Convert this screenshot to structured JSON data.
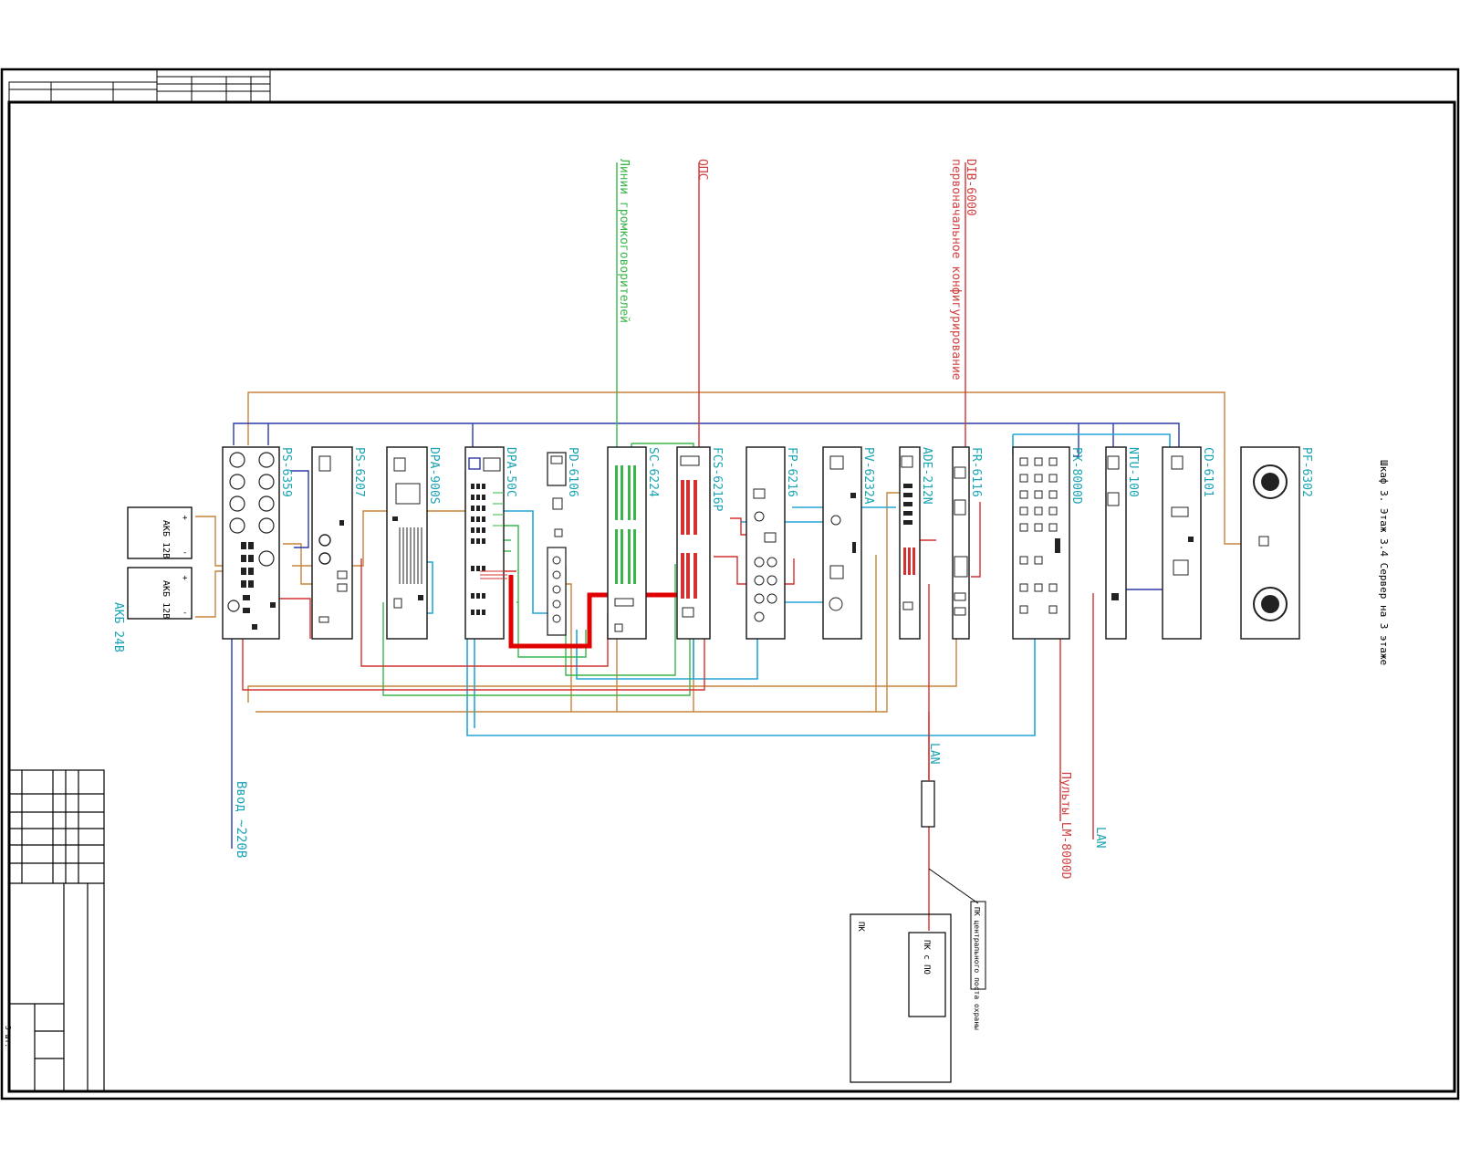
{
  "sheet": {
    "side_title": "Шкаф 3.  Этаж 3.4 Сервер на 3 этаже",
    "stamp_text": "3 шт."
  },
  "devices": [
    {
      "id": "psu",
      "name": "PS-6359"
    },
    {
      "id": "p6207",
      "name": "PS-6207"
    },
    {
      "id": "dpa900",
      "name": "DPA-900S"
    },
    {
      "id": "dpa50",
      "name": "DPA-50C"
    },
    {
      "id": "pd6106",
      "name": "PD-6106"
    },
    {
      "id": "sc6224",
      "name": "SC-6224"
    },
    {
      "id": "fcs",
      "name": "FCS-6216P"
    },
    {
      "id": "fp6216",
      "name": "FP-6216"
    },
    {
      "id": "pv6232",
      "name": "PV-6232A"
    },
    {
      "id": "ade",
      "name": "ADE-212N"
    },
    {
      "id": "fr6116",
      "name": "FR-6116"
    },
    {
      "id": "px8000",
      "name": "PX-8000D"
    },
    {
      "id": "ntu",
      "name": "NTU-100"
    },
    {
      "id": "cd6101",
      "name": "CD-6101"
    },
    {
      "id": "pf6302",
      "name": "PF-6302"
    }
  ],
  "labels": {
    "speaker_lines": "Линии громкоговорителей",
    "ops": "ОПС",
    "dib": "DIB-6000",
    "dib_sub": "первоначальное конфигурирование",
    "battery_group": "АКБ 24В",
    "battery1": "АКБ 12В",
    "battery2": "АКБ 12В",
    "mains": "Ввод ~220В",
    "lan1": "LAN",
    "lan2": "LAN",
    "remotes": "Пульты LM-8000D",
    "pc_box": "ПК",
    "pc_inner": "ПК с ПО",
    "callout": "ПК центрального поста охраны"
  },
  "colors": {
    "orange": "#c8843a",
    "blue": "#2b3aa8",
    "cyan": "#22a6d6",
    "red": "#d43030",
    "green": "#39b54a",
    "thick_red": "#e00000"
  }
}
